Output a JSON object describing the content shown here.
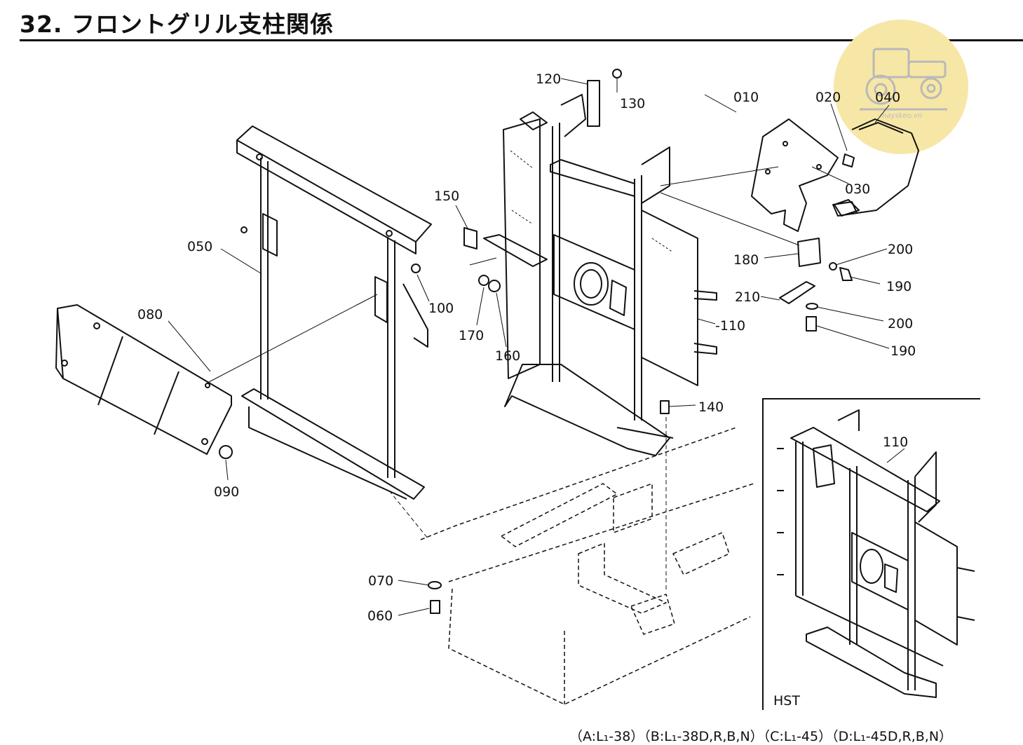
{
  "header": {
    "title": "32. フロントグリル支柱関係"
  },
  "watermark": {
    "text": "mayskeo.vn",
    "color": "#f7e7a6",
    "icon": "tractor-icon"
  },
  "parts": {
    "p010": "010",
    "p020": "020",
    "p030": "030",
    "p040": "040",
    "p050": "050",
    "p060": "060",
    "p070": "070",
    "p080": "080",
    "p090": "090",
    "p100": "100",
    "p110": "-110",
    "p120": "120",
    "p130": "130",
    "p140": "140",
    "p150": "150",
    "p160": "160",
    "p170": "170",
    "p180": "180",
    "p190a": "190",
    "p190b": "190",
    "p200a": "200",
    "p200b": "200",
    "p210": "210"
  },
  "inset": {
    "label": "HST",
    "part": "110"
  },
  "footer": {
    "models": "（A:L₁-38）（B:L₁-38D,R,B,N）（C:L₁-45）（D:L₁-45D,R,B,N）"
  }
}
